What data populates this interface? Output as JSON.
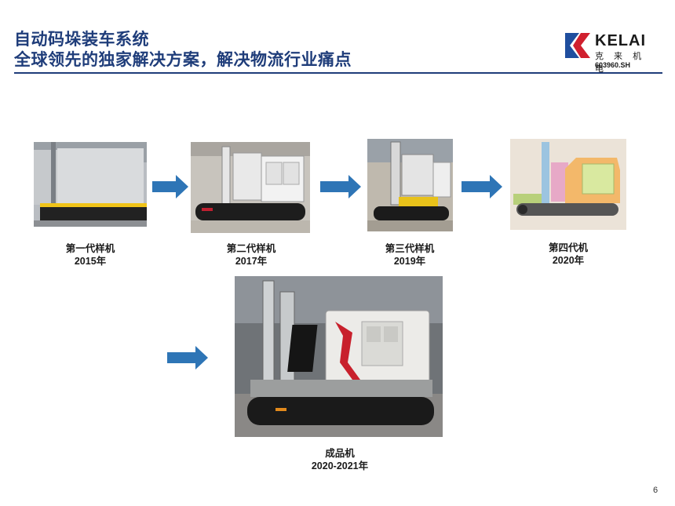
{
  "header": {
    "title_line1": "自动码垛装车系统",
    "title_line2": "全球领先的独家解决方案，解决物流行业痛点",
    "title_color": "#1f3d7a"
  },
  "logo": {
    "brand": "KELAI",
    "brand_cn": "克 来 机 电",
    "stock_code": "603960.SH",
    "mark_colors": [
      "#1f4e9e",
      "#d0202e"
    ]
  },
  "stages": [
    {
      "name": "第一代样机",
      "year": "2015年"
    },
    {
      "name": "第二代样机",
      "year": "2017年"
    },
    {
      "name": "第三代样机",
      "year": "2019年"
    },
    {
      "name": "第四代机",
      "year": "2020年"
    }
  ],
  "final_product": {
    "name": "成品机",
    "year": "2020-2021年"
  },
  "arrow_color": "#2e75b6",
  "page_number": "6"
}
